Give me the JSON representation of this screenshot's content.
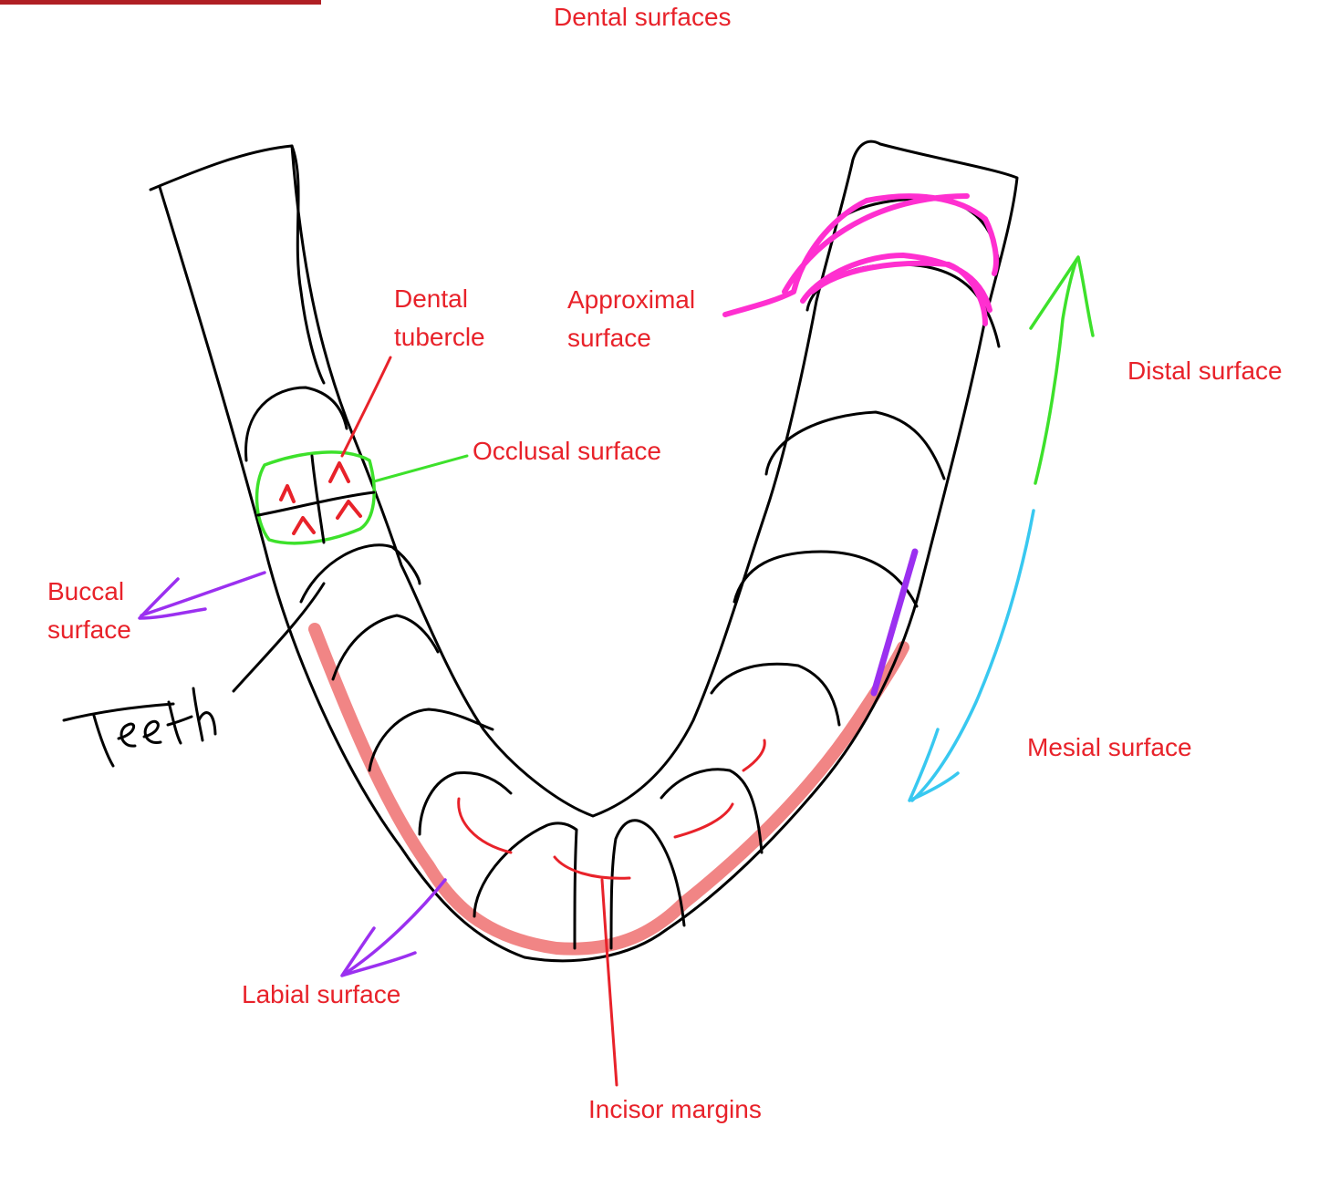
{
  "colors": {
    "label": "#e8222a",
    "outline": "#000000",
    "occlusal": "#3de12b",
    "approximal": "#ff2fd0",
    "distal_arrow": "#3de12b",
    "mesial_arrow": "#38c8f0",
    "buccal_labial": "#9b30f0",
    "incisor_band": "#f07878"
  },
  "title": "Dental surfaces",
  "labels": {
    "dental_tubercle": [
      "Dental",
      "tubercle"
    ],
    "approximal_surface": [
      "Approximal",
      "surface"
    ],
    "occlusal_surface": "Occlusal surface",
    "distal_surface": "Distal surface",
    "buccal_surface": [
      "Buccal",
      "surface"
    ],
    "mesial_surface": "Mesial surface",
    "labial_surface": "Labial surface",
    "incisor_margins": "Incisor margins",
    "teeth": "Teeth"
  }
}
